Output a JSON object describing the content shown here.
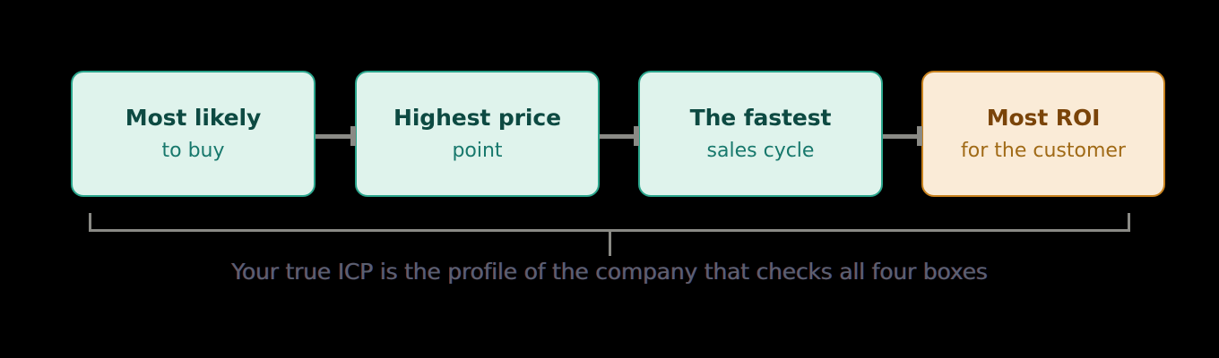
{
  "diagram": {
    "background_color": "#000000",
    "nodes": [
      {
        "title": "Most likely",
        "subtitle": "to buy",
        "variant": "teal",
        "fill_color": "#dff3ec",
        "border_color": "#2aa58c",
        "title_color": "#0d4a42",
        "subtitle_color": "#17786c"
      },
      {
        "title": "Highest price",
        "subtitle": "point",
        "variant": "teal",
        "fill_color": "#dff3ec",
        "border_color": "#2aa58c",
        "title_color": "#0d4a42",
        "subtitle_color": "#17786c"
      },
      {
        "title": "The fastest",
        "subtitle": "sales cycle",
        "variant": "teal",
        "fill_color": "#dff3ec",
        "border_color": "#2aa58c",
        "title_color": "#0d4a42",
        "subtitle_color": "#17786c"
      },
      {
        "title": "Most ROI",
        "subtitle": "for the customer",
        "variant": "cream",
        "fill_color": "#faebd7",
        "border_color": "#c8821e",
        "title_color": "#7a4409",
        "subtitle_color": "#a06a16"
      }
    ],
    "connectors": [
      {
        "from": "Most likely",
        "to": "Highest price",
        "color": "#8a8a85"
      },
      {
        "from": "Highest price",
        "to": "The fastest",
        "color": "#8a8a85"
      },
      {
        "from": "The fastest",
        "to": "Most ROI",
        "color": "#8a8a85"
      }
    ],
    "bracket": {
      "color": "#8a8a85",
      "spans_nodes": 4
    },
    "caption": "Your true ICP is the profile of the company that checks all four boxes",
    "caption_color": "#5a6070"
  }
}
